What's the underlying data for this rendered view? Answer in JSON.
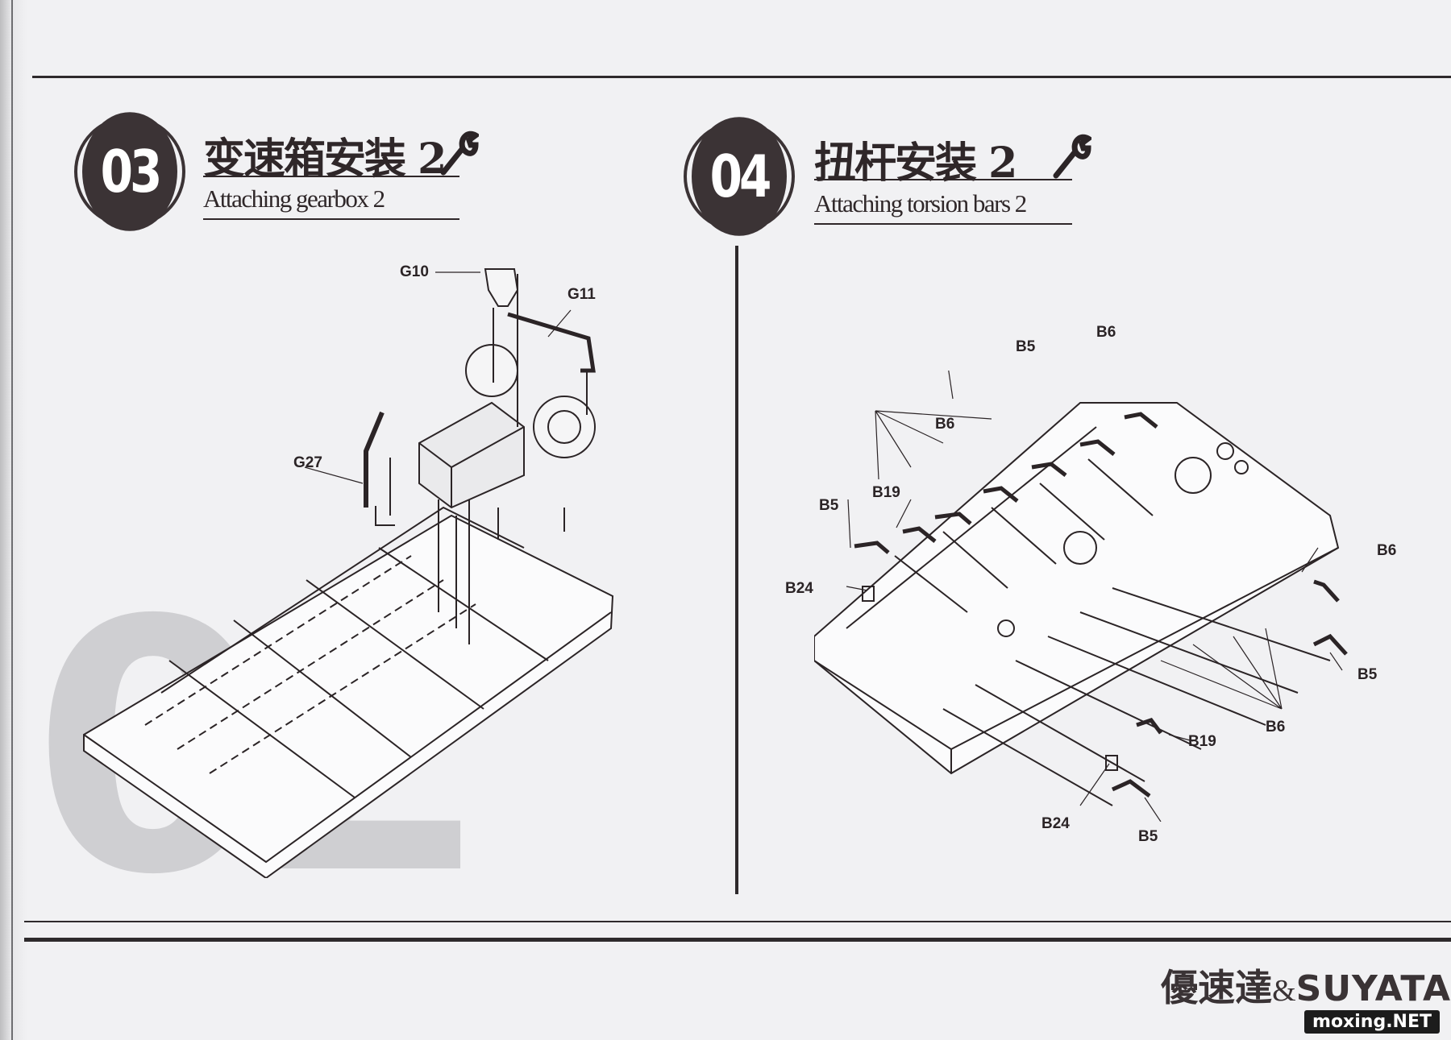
{
  "step03": {
    "number": "03",
    "title_cn": "变速箱安装 2",
    "title_en": "Attaching gearbox 2",
    "icon": "wrench-icon",
    "parts": {
      "g10": "G10",
      "g11": "G11",
      "g27": "G27"
    }
  },
  "step04": {
    "number": "04",
    "title_cn": "扭杆安装 2",
    "title_en": "Attaching torsion bars 2",
    "icon": "wrench-icon",
    "parts": {
      "b5_top": "B5",
      "b6_top": "B6",
      "b6_left": "B6",
      "b5_left": "B5",
      "b19_left": "B19",
      "b24_left": "B24",
      "b6_right": "B6",
      "b5_right": "B5",
      "b6_bottom": "B6",
      "b19_bottom": "B19",
      "b24_bottom": "B24",
      "b5_bottom": "B5"
    }
  },
  "background_number": "02",
  "brand": {
    "cn": "優速達",
    "amp": "&",
    "en": "SUYATA"
  },
  "watermark": "moxing.NET",
  "colors": {
    "ink": "#2b2426",
    "paper": "#f1f1f3",
    "badge": "#3b3335",
    "ghost": "#cfcfd2"
  }
}
